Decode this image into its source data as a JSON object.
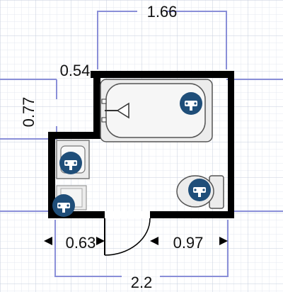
{
  "colors": {
    "grid_minor": "#e4e8f0",
    "grid_major": "#c6cedd",
    "wall": "#000000",
    "dimension_line": "#8a8fd8",
    "fixture_fill": "#ececec",
    "fixture_stroke": "#555555",
    "badge": "#1f4e79"
  },
  "icons": {
    "fixture_badge": "wrench-badge-icon"
  },
  "dimensions": {
    "top": "1.66",
    "bottom": "2.2",
    "left_vertical": "0.77",
    "notch": "0.54",
    "bottom_left": "0.63",
    "bottom_right": "0.97"
  }
}
